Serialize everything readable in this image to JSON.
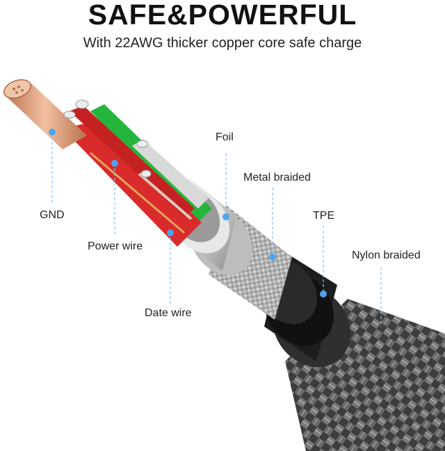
{
  "header": {
    "title": "SAFE&POWERFUL",
    "subtitle": "With 22AWG thicker copper core safe charge"
  },
  "labels": {
    "gnd": "GND",
    "power_wire": "Power wire",
    "date_wire": "Date wire",
    "foil": "Foil",
    "metal_braided": "Metal braided",
    "tpe": "TPE",
    "nylon_braided": "Nylon braided"
  },
  "colors": {
    "wire_red": "#d92b2b",
    "wire_green": "#26b53c",
    "copper": "#d59a78",
    "foil": "#d8d8d8",
    "metal_braid": "#a6a6a6",
    "tpe": "#1a1a1a",
    "nylon_braid": "#4a4a4a",
    "marker": "#4da3f0"
  }
}
